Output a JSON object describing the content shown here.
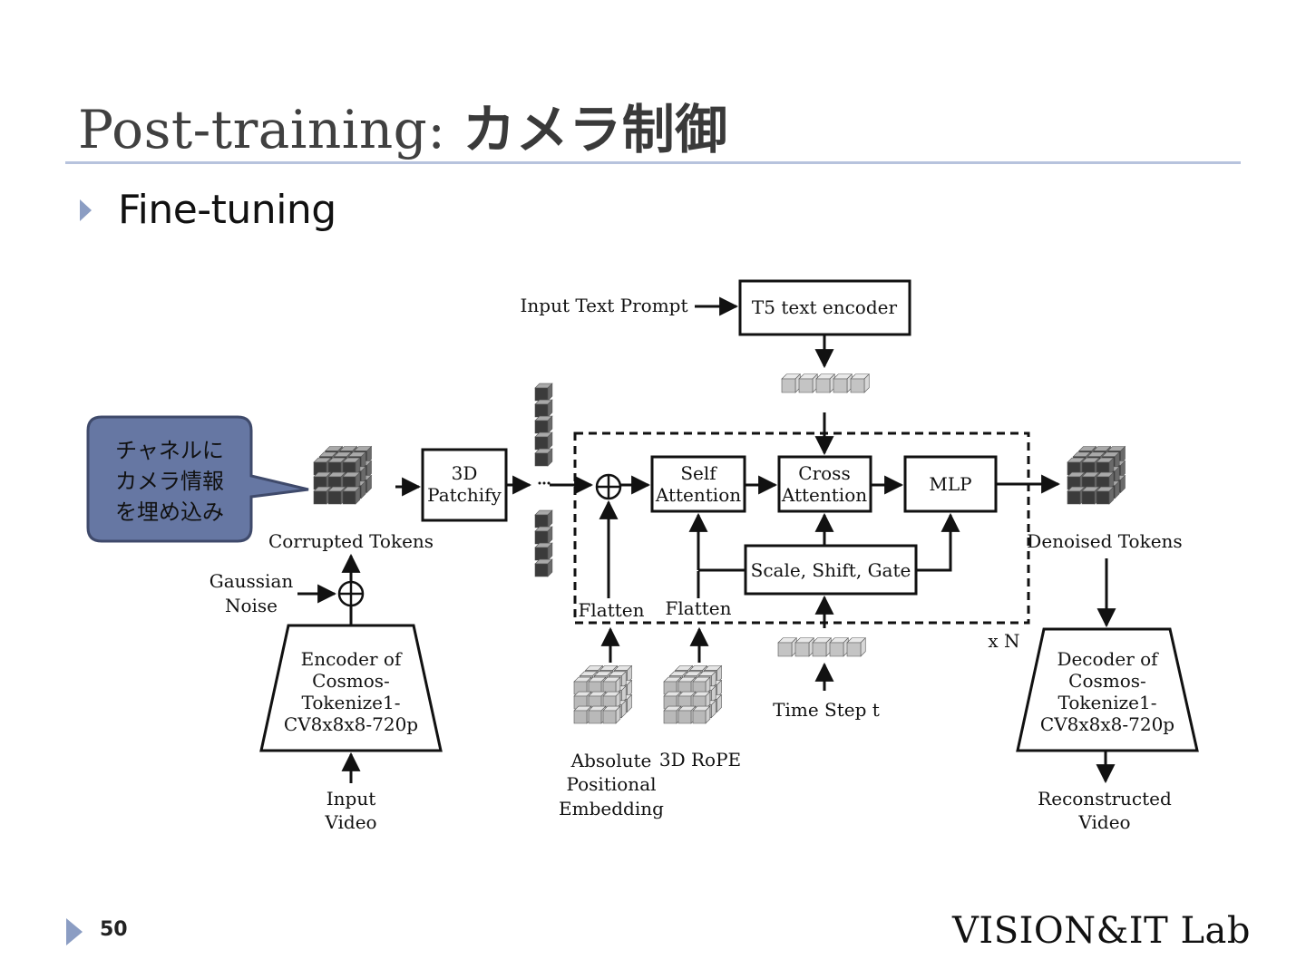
{
  "slide": {
    "title_en": "Post-training: ",
    "title_jp": "カメラ制御",
    "bullet": "Fine-tuning",
    "page_number": "50",
    "lab_logo": "VISION&IT Lab"
  },
  "callout": {
    "lines": [
      "チャネルに",
      "カメラ情報",
      "を埋め込み"
    ],
    "fill": "#6677a3"
  },
  "diagram": {
    "input_text_prompt": "Input Text Prompt",
    "t5_encoder": "T5 text encoder",
    "patchify": [
      "3D",
      "Patchify"
    ],
    "self_attention": [
      "Self",
      "Attention"
    ],
    "cross_attention": [
      "Cross",
      "Attention"
    ],
    "mlp": "MLP",
    "scale_shift_gate": "Scale, Shift, Gate",
    "corrupted_tokens": "Corrupted Tokens",
    "denoised_tokens": "Denoised Tokens",
    "gaussian_noise": [
      "Gaussian",
      "Noise"
    ],
    "encoder": [
      "Encoder of",
      "Cosmos-",
      "Tokenize1-",
      "CV8x8x8-720p"
    ],
    "decoder": [
      "Decoder of",
      "Cosmos-",
      "Tokenize1-",
      "CV8x8x8-720p"
    ],
    "input_video": [
      "Input",
      "Video"
    ],
    "reconstructed_video": [
      "Reconstructed",
      "Video"
    ],
    "flatten_abs": "Flatten",
    "flatten_rope": "Flatten",
    "abs_pos_embedding": [
      "Absolute",
      "Positional",
      "Embedding"
    ],
    "rope": "3D RoPE",
    "time_step": "Time Step t",
    "repeat": "x N"
  }
}
